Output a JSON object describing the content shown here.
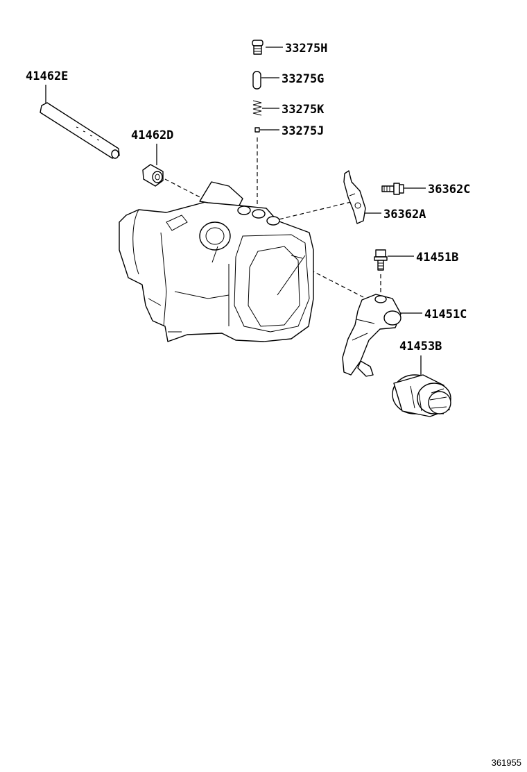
{
  "diagram": {
    "labels": {
      "p33275H": "33275H",
      "p33275G": "33275G",
      "p33275K": "33275K",
      "p33275J": "33275J",
      "p41462E": "41462E",
      "p41462D": "41462D",
      "p36362C": "36362C",
      "p36362A": "36362A",
      "p41451B": "41451B",
      "p41451C": "41451C",
      "p41453B": "41453B"
    },
    "illustration_id": "361955"
  }
}
